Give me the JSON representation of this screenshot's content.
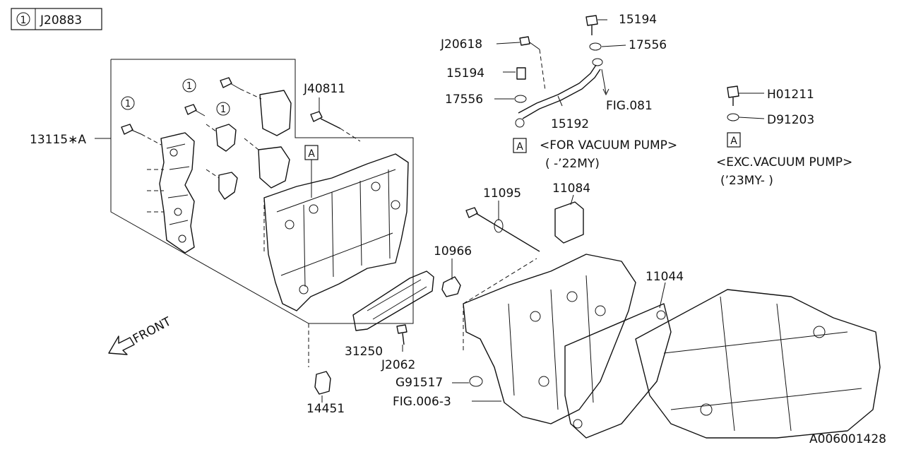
{
  "header": {
    "circle_num": "1",
    "code": "J20883"
  },
  "labels": {
    "p13115": "13115∗A",
    "p15194_a": "15194",
    "p17556_a": "17556",
    "pJ20618": "J20618",
    "p15194_b": "15194",
    "p17556_b": "17556",
    "pFIG081": "FIG.081",
    "p15192": "15192",
    "pJ40811": "J40811",
    "pH01211": "H01211",
    "pD91203": "D91203",
    "note_vac": "<FOR VACUUM PUMP>",
    "note_vac_yr": "( -’22MY)",
    "note_exc": "<EXC.VACUUM PUMP>",
    "note_exc_yr": "(’23MY- )",
    "p11095": "11095",
    "p11084": "11084",
    "p10966": "10966",
    "p11044": "11044",
    "p31250": "31250",
    "pJ2062": "J2062",
    "pG91517": "G91517",
    "pFIG006": "FIG.006-3",
    "p14451": "14451",
    "front": "FRONT",
    "ref_a1": "A",
    "ref_a2": "A",
    "ref_a3": "A",
    "mark1": "1",
    "mark2": "1",
    "mark3": "1"
  },
  "footer": {
    "code": "A006001428"
  }
}
